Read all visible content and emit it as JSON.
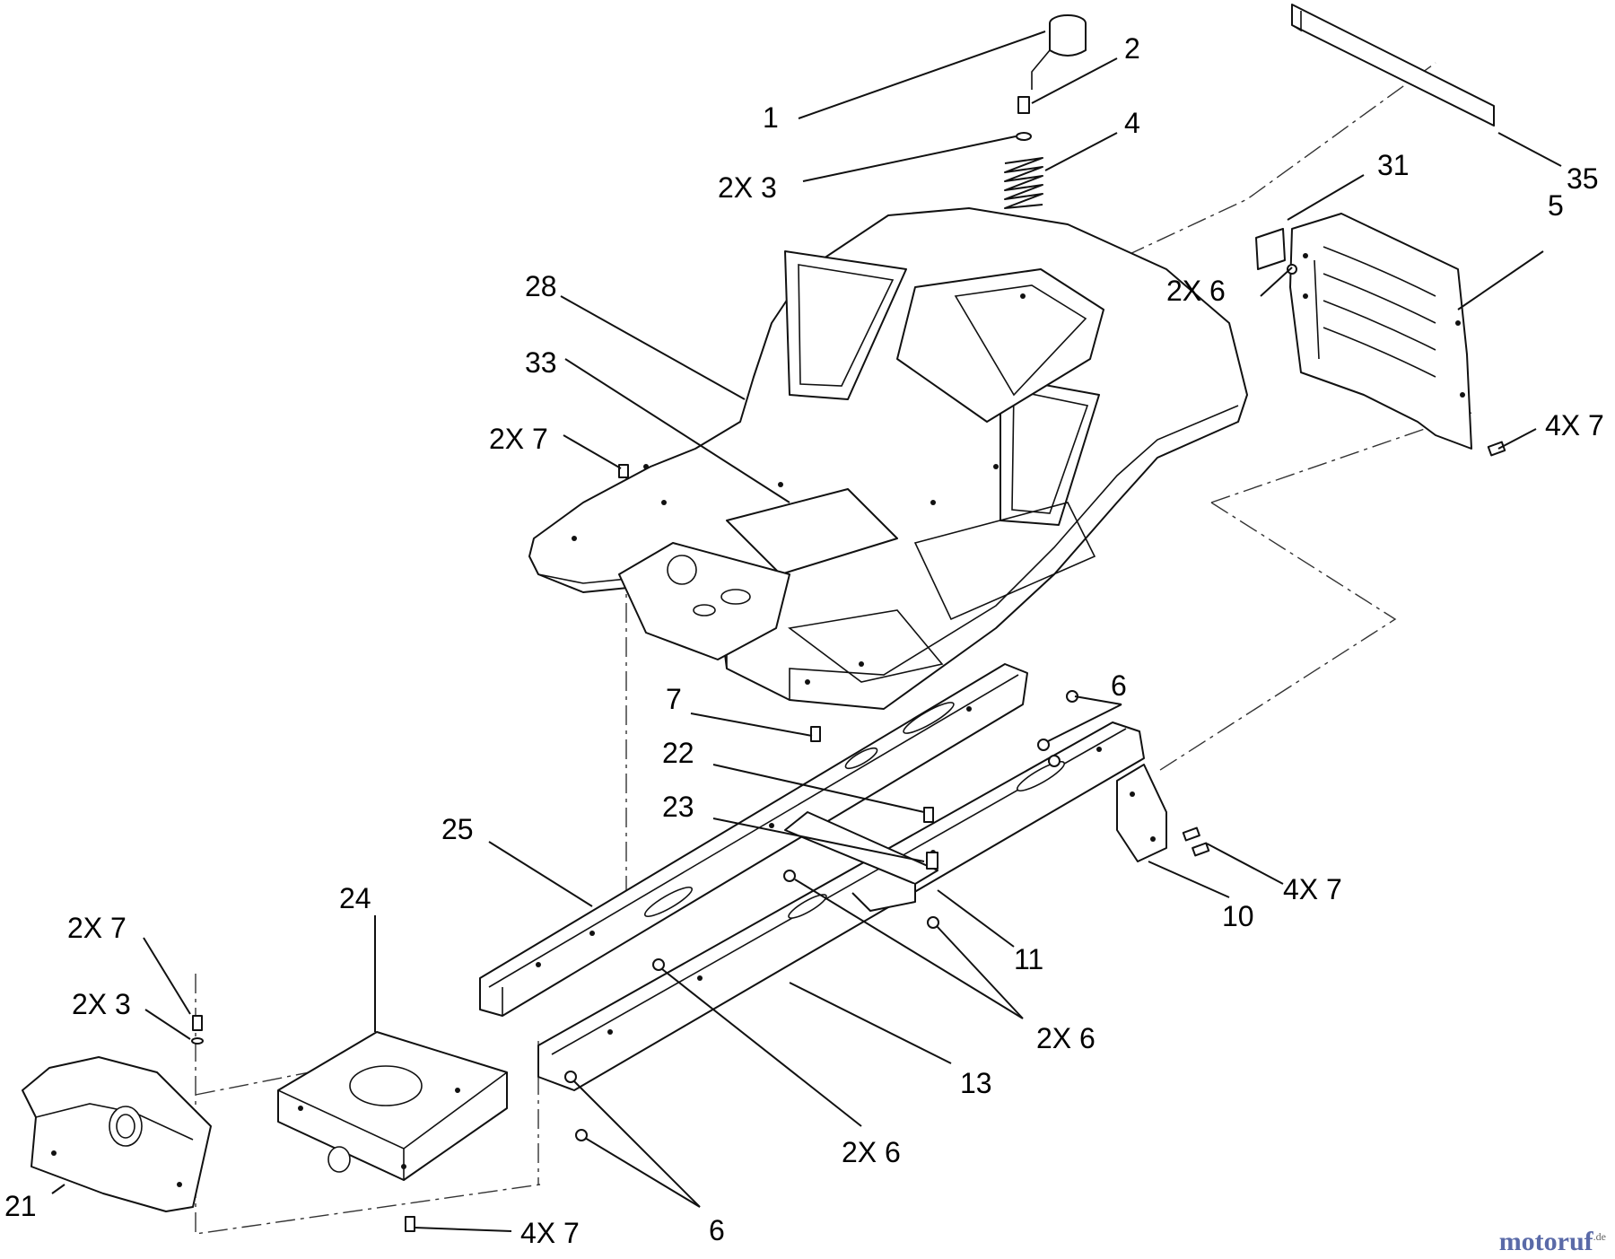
{
  "diagram": {
    "callouts": [
      {
        "id": "c1",
        "text": "1"
      },
      {
        "id": "c2",
        "text": "2"
      },
      {
        "id": "c3",
        "text": "2X 3"
      },
      {
        "id": "c4",
        "text": "4"
      },
      {
        "id": "c35",
        "text": "35"
      },
      {
        "id": "c31",
        "text": "31"
      },
      {
        "id": "c5",
        "text": "5"
      },
      {
        "id": "c6a",
        "text": "2X 6"
      },
      {
        "id": "c7a",
        "text": "4X 7"
      },
      {
        "id": "c28",
        "text": "28"
      },
      {
        "id": "c33",
        "text": "33"
      },
      {
        "id": "c7b",
        "text": "2X 7"
      },
      {
        "id": "c7c",
        "text": "7"
      },
      {
        "id": "c6b",
        "text": "6"
      },
      {
        "id": "c22",
        "text": "22"
      },
      {
        "id": "c23",
        "text": "23"
      },
      {
        "id": "c25",
        "text": "25"
      },
      {
        "id": "c7d",
        "text": "4X 7"
      },
      {
        "id": "c10",
        "text": "10"
      },
      {
        "id": "c11",
        "text": "11"
      },
      {
        "id": "c24",
        "text": "24"
      },
      {
        "id": "c6c",
        "text": "2X 6"
      },
      {
        "id": "c13",
        "text": "13"
      },
      {
        "id": "c7e",
        "text": "2X 7"
      },
      {
        "id": "c3b",
        "text": "2X 3"
      },
      {
        "id": "c6d",
        "text": "2X 6"
      },
      {
        "id": "c21",
        "text": "21"
      },
      {
        "id": "c6e",
        "text": "6"
      },
      {
        "id": "c7f",
        "text": "4X 7"
      }
    ]
  },
  "watermark": {
    "text": "motoruf",
    "suffix": ".de"
  }
}
